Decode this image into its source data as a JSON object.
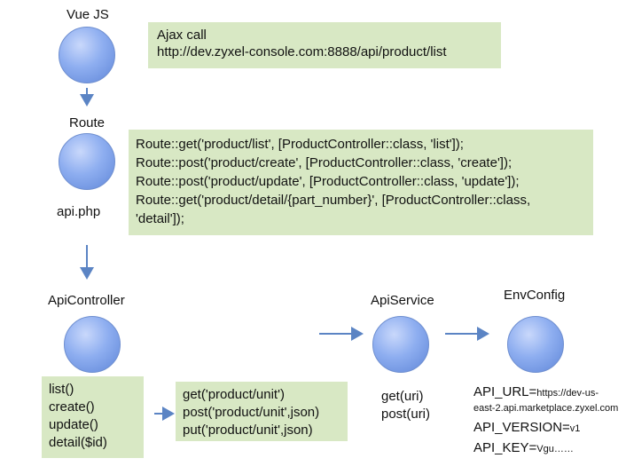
{
  "nodes": {
    "vue": {
      "label": "Vue JS"
    },
    "route": {
      "label": "Route",
      "sublabel": "api.php"
    },
    "api_controller": {
      "label": "ApiController"
    },
    "api_service": {
      "label": "ApiService"
    },
    "env_config": {
      "label": "EnvConfig"
    }
  },
  "notes": {
    "ajax": [
      "Ajax call",
      "http://dev.zyxel-console.com:8888/api/product/list"
    ],
    "routes": [
      "Route::get('product/list', [ProductController::class, 'list']);",
      "Route::post('product/create', [ProductController::class, 'create']);",
      "Route::post('product/update', [ProductController::class, 'update']);",
      "Route::get('product/detail/{part_number}', [ProductController::class,",
      "'detail']);"
    ],
    "controller_methods": [
      "list()",
      "create()",
      "update()",
      "detail($id)"
    ],
    "http_calls": [
      "get('product/unit')",
      "post('product/unit',json)",
      "put('product/unit',json)"
    ]
  },
  "service_methods": [
    "get(uri)",
    "post(uri)"
  ],
  "env": {
    "api_url_key": "API_URL=",
    "api_url_value_1": "https://dev-us-",
    "api_url_value_2": "east-2.api.marketplace.zyxel.com",
    "api_version_key": "API_VERSION=",
    "api_version_value": "v1",
    "api_key_key": "API_KEY=",
    "api_key_value": "Vgu……"
  },
  "colors": {
    "node_fill": "#8eaef0",
    "note_bg": "#d8e8c4",
    "arrow": "#5b84c4"
  }
}
